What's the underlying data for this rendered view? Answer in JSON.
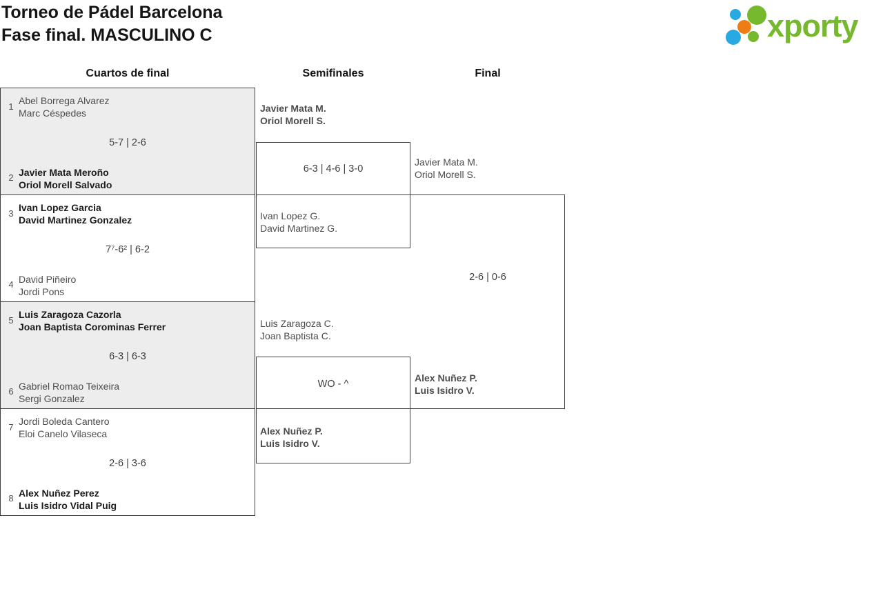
{
  "header": {
    "title_line1": "Torneo de Pádel Barcelona",
    "title_line2": "Fase final. MASCULINO C",
    "logo_text": "xporty",
    "logo_colors": {
      "green": "#76b82e",
      "blue": "#29a9e1",
      "orange": "#ee7d16"
    }
  },
  "columns": {
    "round1": "Cuartos de final",
    "round2": "Semifinales",
    "round3": "Final"
  },
  "bracket": {
    "quarterfinals": [
      {
        "seed_top": "1",
        "team_top": [
          "Abel Borrega Alvarez",
          "Marc Céspedes"
        ],
        "score": "5-7 | 2-6",
        "seed_bottom": "2",
        "team_bottom": [
          "Javier Mata Meroño",
          "Oriol Morell Salvado"
        ],
        "winner": "bottom"
      },
      {
        "seed_top": "3",
        "team_top": [
          "Ivan Lopez Garcia",
          "David Martinez Gonzalez"
        ],
        "score": "7⁷-6² | 6-2",
        "seed_bottom": "4",
        "team_bottom": [
          "David Piñeiro",
          "Jordi Pons"
        ],
        "winner": "top"
      },
      {
        "seed_top": "5",
        "team_top": [
          "Luis Zaragoza Cazorla",
          "Joan Baptista Corominas Ferrer"
        ],
        "score": "6-3 | 6-3",
        "seed_bottom": "6",
        "team_bottom": [
          "Gabriel Romao Teixeira",
          "Sergi Gonzalez"
        ],
        "winner": "top"
      },
      {
        "seed_top": "7",
        "team_top": [
          "Jordi Boleda Cantero",
          "Eloi Canelo Vilaseca"
        ],
        "score": "2-6 | 3-6",
        "seed_bottom": "8",
        "team_bottom": [
          "Alex Nuñez Perez",
          "Luis Isidro Vidal Puig"
        ],
        "winner": "bottom"
      }
    ],
    "semifinals": [
      {
        "team_top": [
          "Javier Mata M.",
          "Oriol Morell S."
        ],
        "score": "6-3 | 4-6 | 3-0",
        "team_bottom": [
          "Ivan Lopez G.",
          "David Martinez G."
        ],
        "winner": "top"
      },
      {
        "team_top": [
          "Luis Zaragoza C.",
          "Joan Baptista C."
        ],
        "score": "WO - ^",
        "team_bottom": [
          "Alex Nuñez P.",
          "Luis Isidro V."
        ],
        "winner": "bottom"
      }
    ],
    "final": {
      "team_top": [
        "Javier Mata M.",
        "Oriol Morell S."
      ],
      "score": "2-6 | 0-6",
      "team_bottom": [
        "Alex Nuñez P.",
        "Luis Isidro V."
      ],
      "winner": "bottom"
    }
  }
}
